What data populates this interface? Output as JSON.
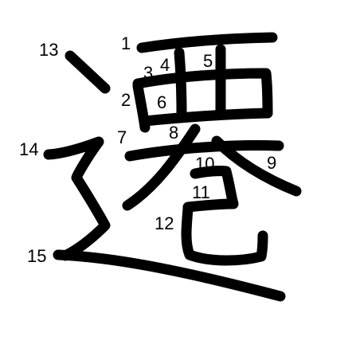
{
  "character": "遷",
  "stroke_color": "#000000",
  "background_color": "#ffffff",
  "stroke_numbers": [
    "1",
    "2",
    "3",
    "4",
    "5",
    "6",
    "7",
    "8",
    "9",
    "10",
    "11",
    "12",
    "13",
    "14",
    "15"
  ]
}
